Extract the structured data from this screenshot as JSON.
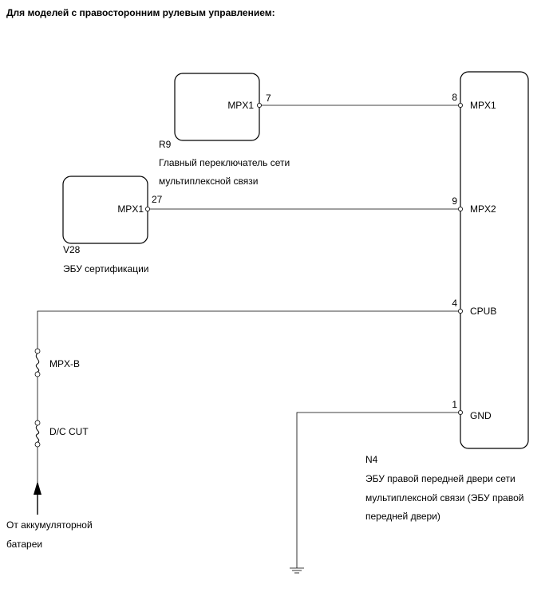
{
  "header": {
    "title": "Для моделей с правосторонним рулевым управлением:"
  },
  "r9": {
    "code": "R9",
    "name_line1": "Главный переключатель сети",
    "name_line2": "мультиплексной связи",
    "pin_label": "MPX1",
    "pin_number": "7"
  },
  "v28": {
    "code": "V28",
    "name_line1": "ЭБУ сертификации",
    "pin_label": "MPX1",
    "pin_number": "27"
  },
  "n4": {
    "code": "N4",
    "name_line1": "ЭБУ правой передней двери сети",
    "name_line2": "мультиплексной связи (ЭБУ правой",
    "name_line3": "передней двери)",
    "pins": [
      {
        "number": "8",
        "label": "MPX1"
      },
      {
        "number": "9",
        "label": "MPX2"
      },
      {
        "number": "4",
        "label": "CPUB"
      },
      {
        "number": "1",
        "label": "GND"
      }
    ]
  },
  "fuses": [
    {
      "label": "MPX-B"
    },
    {
      "label": "D/C CUT"
    }
  ],
  "battery": {
    "line1": "От аккумуляторной",
    "line2": "батареи"
  }
}
